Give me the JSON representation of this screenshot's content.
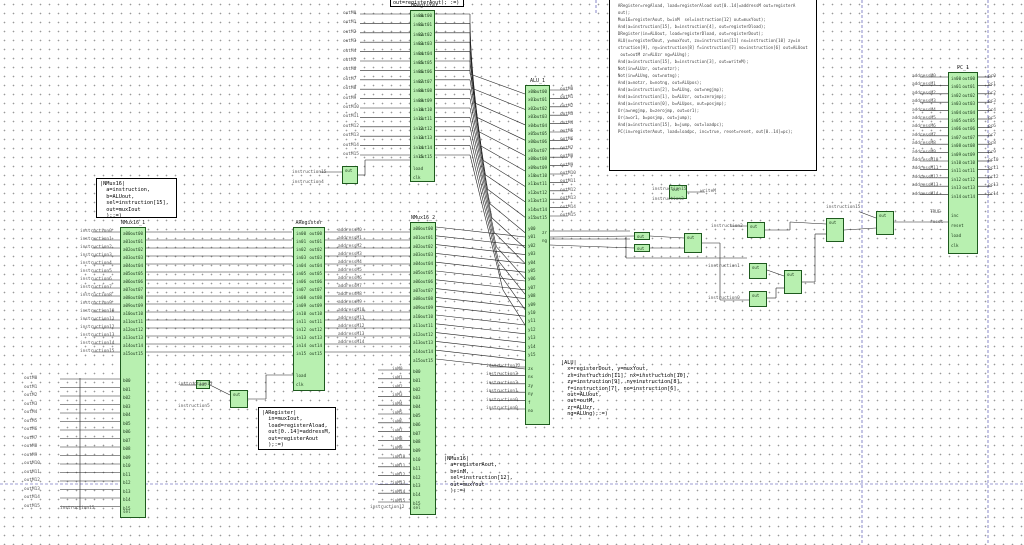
{
  "top_header": "out=registerAout); :=)",
  "notes": {
    "nmux16": [
      "|NMux16|",
      "  a=instruction,",
      "  b=ALUout,",
      "  sel=instruction[15],",
      "  out=muxIout",
      "  );:=)"
    ],
    "aregister": [
      "|ARegister|",
      "  in=muxIout,",
      "  load=registerAload,",
      "  out[0..14]=addressM,",
      "  out=registerAout",
      "  );:=)"
    ],
    "nmux16b": [
      "|NMux16|",
      "  a=registerAout,",
      "  b=inM,",
      "  sel=instruction[12],",
      "  out=muxYout",
      "  );:=)"
    ],
    "alu": [
      "|ALU|",
      "  x=registerDout, y=muxYout,",
      "  zx=instruction[11], nx=instruction[10],",
      "  zy=instruction[9], ny=instruction[8],",
      "  f=instruction[7], no=instruction[6],",
      "  out=ALUout,",
      "  out=outM,",
      "  zr=ALUzr,",
      "  ng=ALUng);:=)"
    ],
    "hdl": [
      "  ARegister=regAload, load=registerAload out[0..14]=addressM out=registerA",
      "  out);",
      "  Mux16=registerAout, b=inM  sel=instruction[12] out=muxYout);",
      "  And(a=instruction[15], b=instruction[4], out=registerDload);",
      "  DRegister(in=ALUout, load=registerDload, out=registerDout);",
      "  ALU(x=registerDout, y=muxYout, zx=instruction[11] nx=instruction[10] zy=in",
      "  struction[9], ny=instruction[8] f=instruction[7] no=instruction[6] out=ALUout",
      "   out=outM zr=ALUzr ng=ALUng);",
      "  And(a=instruction[15], b=instruction[3], out=writeM);",
      "  Not(in=ALUzr, out=notzr);",
      "  Not(in=ALUng, out=notng);",
      "  And(a=notzr, b=notng, out=ALUpos);",
      "  And(a=instruction[2], b=ALUng, out=negjmp);",
      "  And(a=instruction[1], b=ALUzr, out=zerojmp);",
      "  And(a=instruction[0], b=ALUpos, out=posjmp);",
      "  Or(a=negjmp, b=zerojmp, out=or1);",
      "  Or(a=or1, b=posjmp, out=jump);",
      "  And(a=instruction[15], b=jump, out=loadpc);",
      "  PC(in=registerAout, load=loadpc, inc=true, reset=reset, out[0..14]=pc);"
    ]
  },
  "chips": {
    "nmux1": {
      "title": "NMux16_1",
      "inputs_a": [
        "a00",
        "a01",
        "a02",
        "a03",
        "a04",
        "a05",
        "a06",
        "a07",
        "a08",
        "a09",
        "a10",
        "a11",
        "a12",
        "a13",
        "a14",
        "a15"
      ],
      "inputs_b": [
        "b00",
        "b01",
        "b02",
        "b03",
        "b04",
        "b05",
        "b06",
        "b07",
        "b08",
        "b09",
        "b10",
        "b11",
        "b12",
        "b13",
        "b14",
        "b15"
      ],
      "outputs": [
        "out00",
        "out01",
        "out02",
        "out03",
        "out04",
        "out05",
        "out06",
        "out07",
        "out08",
        "out09",
        "out10",
        "out11",
        "out12",
        "out13",
        "out14",
        "out15"
      ],
      "sel": "sel"
    },
    "areg": {
      "title": "ARegister",
      "inputs": [
        "in00",
        "in01",
        "in02",
        "in03",
        "in04",
        "in05",
        "in06",
        "in07",
        "in08",
        "in09",
        "in10",
        "in11",
        "in12",
        "in13",
        "in14",
        "in15"
      ],
      "outputs": [
        "out00",
        "out01",
        "out02",
        "out03",
        "out04",
        "out05",
        "out06",
        "out07",
        "out08",
        "out09",
        "out10",
        "out11",
        "out12",
        "out13",
        "out14",
        "out15"
      ],
      "load": "load",
      "clk": "clk"
    },
    "dreg": {
      "title": "DRegister",
      "inputs": [
        "in00",
        "in01",
        "in02",
        "in03",
        "in04",
        "in05",
        "in06",
        "in07",
        "in08",
        "in09",
        "in10",
        "in11",
        "in12",
        "in13",
        "in14",
        "in15"
      ],
      "outputs": [
        "out00",
        "out01",
        "out02",
        "out03",
        "out04",
        "out05",
        "out06",
        "out07",
        "out08",
        "out09",
        "out10",
        "out11",
        "out12",
        "out13",
        "out14",
        "out15"
      ],
      "load": "load",
      "clk": "clk"
    },
    "nmux2": {
      "title": "NMux16_2",
      "inputs_a": [
        "a00",
        "a01",
        "a02",
        "a03",
        "a04",
        "a05",
        "a06",
        "a07",
        "a08",
        "a09",
        "a10",
        "a11",
        "a12",
        "a13",
        "a14",
        "a15"
      ],
      "inputs_b": [
        "b00",
        "b01",
        "b02",
        "b03",
        "b04",
        "b05",
        "b06",
        "b07",
        "b08",
        "b09",
        "b10",
        "b11",
        "b12",
        "b13",
        "b14",
        "b15"
      ],
      "outputs": [
        "out00",
        "out01",
        "out02",
        "out03",
        "out04",
        "out05",
        "out06",
        "out07",
        "out08",
        "out09",
        "out10",
        "out11",
        "out12",
        "out13",
        "out14",
        "out15"
      ],
      "sel": "sel"
    },
    "alu": {
      "title": "ALU_1",
      "inputs_x": [
        "x00",
        "x01",
        "x02",
        "x03",
        "x04",
        "x05",
        "x06",
        "x07",
        "x08",
        "x09",
        "x10",
        "x11",
        "x12",
        "x13",
        "x14",
        "x15"
      ],
      "inputs_y": [
        "y00",
        "y01",
        "y02",
        "y03",
        "y04",
        "y05",
        "y06",
        "y07",
        "y08",
        "y09",
        "y10",
        "y11",
        "y12",
        "y13",
        "y14",
        "y15"
      ],
      "ctrl": [
        "zx",
        "nx",
        "zy",
        "ny",
        "f",
        "no"
      ],
      "outputs": [
        "out00",
        "out01",
        "out02",
        "out03",
        "out04",
        "out05",
        "out06",
        "out07",
        "out08",
        "out09",
        "out10",
        "out11",
        "out12",
        "out13",
        "out14",
        "out15"
      ],
      "flags": [
        "zr",
        "ng"
      ]
    },
    "pc": {
      "title": "PC_1",
      "inputs": [
        "in00",
        "in01",
        "in02",
        "in03",
        "in04",
        "in05",
        "in06",
        "in07",
        "in08",
        "in09",
        "in10",
        "in11",
        "in12",
        "in13",
        "in14",
        "in15"
      ],
      "outputs": [
        "out00",
        "out01",
        "out02",
        "out03",
        "out04",
        "out05",
        "out06",
        "out07",
        "out08",
        "out09",
        "out10",
        "out11",
        "out12",
        "out13",
        "out14"
      ],
      "ctrl": [
        "inc",
        "reset",
        "load",
        "clk"
      ]
    }
  },
  "gates": {
    "and_out": "out",
    "not_out": "out"
  },
  "labels": {
    "instruction_in": [
      "instruction0",
      "instruction1",
      "instruction2",
      "instruction3",
      "instruction4",
      "instruction5",
      "instruction6",
      "instruction7",
      "instruction8",
      "instruction9",
      "instruction10",
      "instruction11",
      "instruction12",
      "instruction13",
      "instruction14",
      "instruction15"
    ],
    "out_m": [
      "outM0",
      "outM1",
      "outM2",
      "outM3",
      "outM4",
      "outM5",
      "outM6",
      "outM7",
      "outM8",
      "outM9",
      "outM10",
      "outM11",
      "outM12",
      "outM13",
      "outM14",
      "outM15"
    ],
    "in_m": [
      "inM0",
      "inM1",
      "inM2",
      "inM3",
      "inM4",
      "inM5",
      "inM6",
      "inM7",
      "inM8",
      "inM9",
      "inM10",
      "inM11",
      "inM12",
      "inM13",
      "inM14",
      "inM15"
    ],
    "address_m": [
      "addressM0",
      "addressM1",
      "addressM2",
      "addressM3",
      "addressM4",
      "addressM5",
      "addressM6",
      "addressM7",
      "addressM8",
      "addressM9",
      "addressM10",
      "addressM11",
      "addressM12",
      "addressM13",
      "addressM14"
    ],
    "pc_out": [
      "pc0",
      "pc1",
      "pc2",
      "pc3",
      "pc4",
      "pc5",
      "pc6",
      "pc7",
      "pc8",
      "pc9",
      "pc10",
      "pc11",
      "pc12",
      "pc13",
      "pc14"
    ],
    "write_m": "writeM",
    "reset": "reset",
    "true": "TRUE",
    "instr_ctrl": [
      "instruction15",
      "instruction5",
      "instruction4",
      "instruction12",
      "instruction3",
      "instruction2",
      "instruction1",
      "instruction0"
    ]
  }
}
